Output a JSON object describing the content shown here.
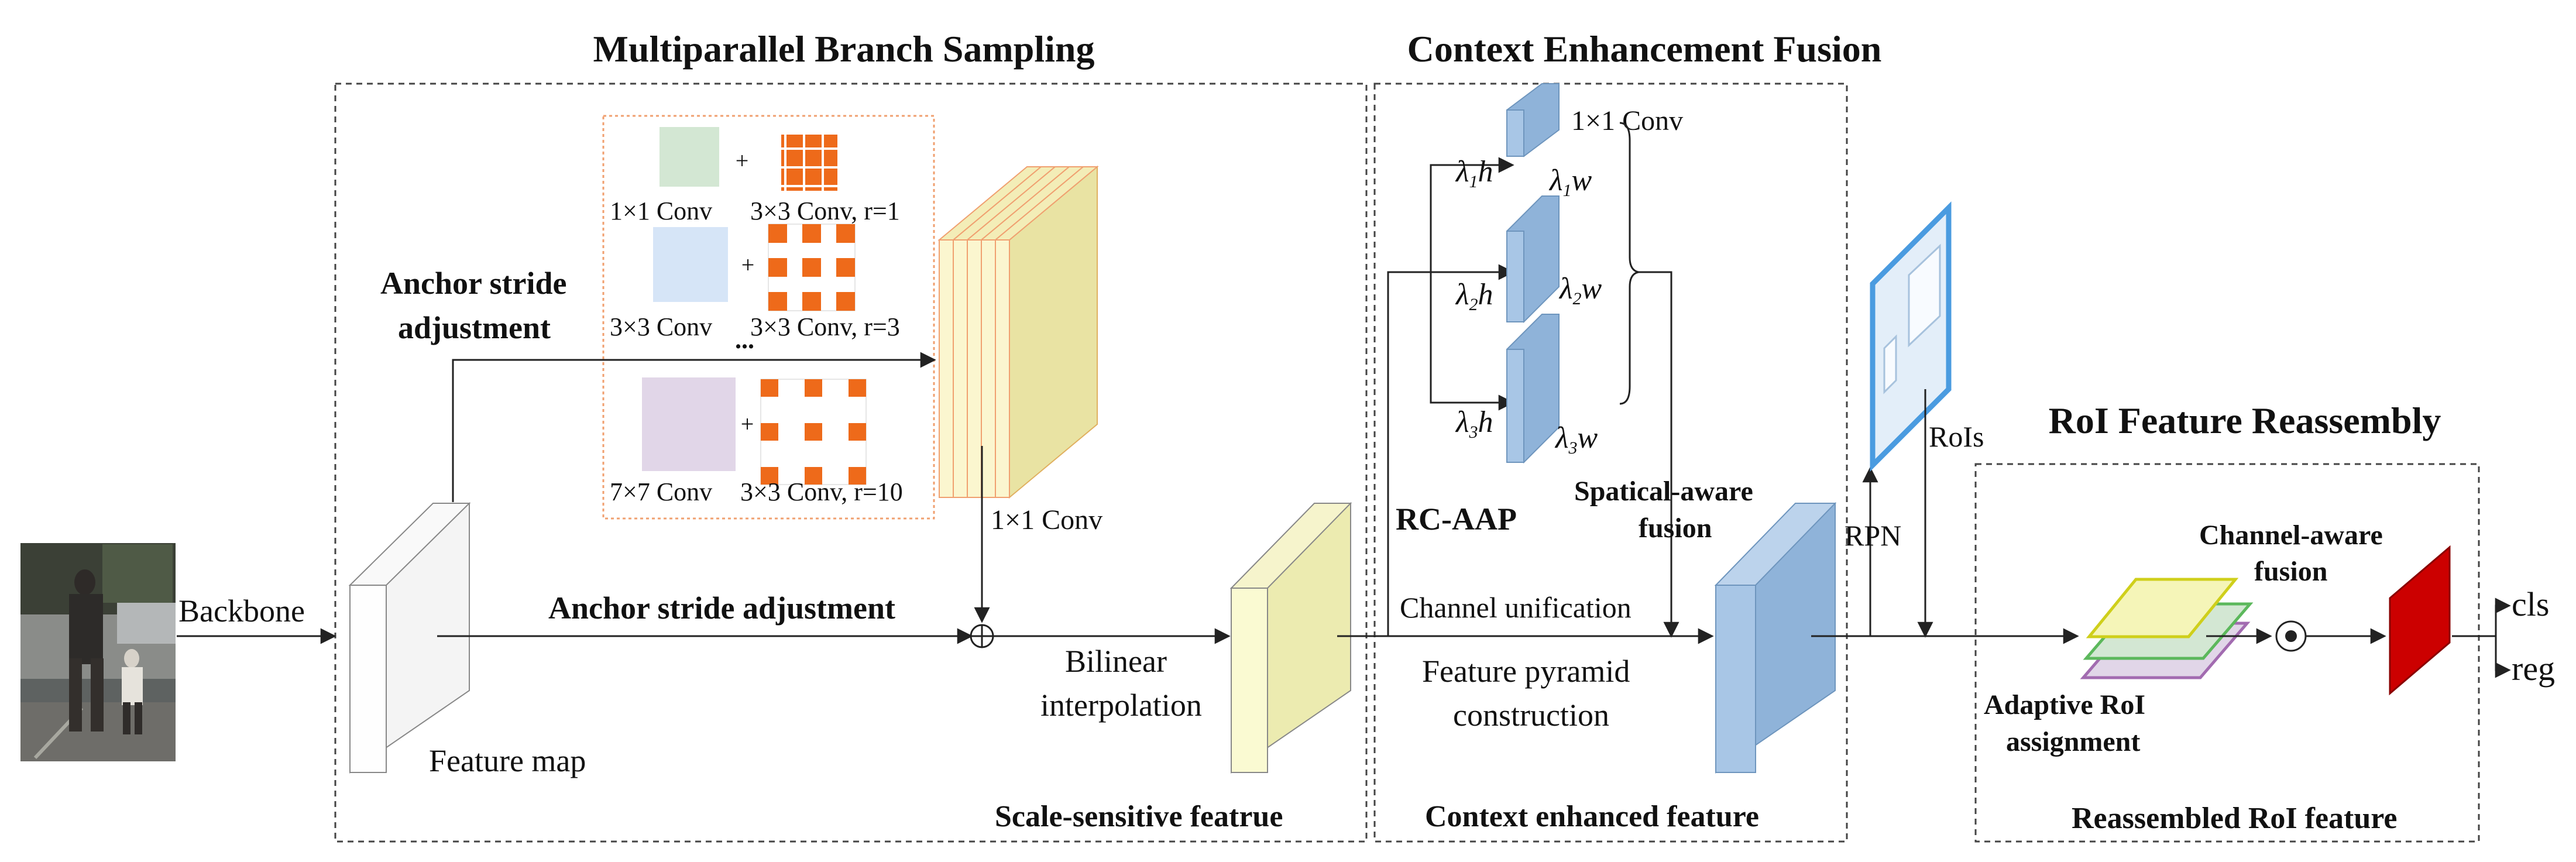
{
  "sections": {
    "multiparallel_title": "Multiparallel Branch Sampling",
    "context_title": "Context Enhancement Fusion",
    "roi_title": "RoI Feature Reassembly"
  },
  "labels": {
    "backbone": "Backbone",
    "feature_map": "Feature map",
    "anchor_stride_top_line1": "Anchor stride",
    "anchor_stride_top_line2": "adjustment",
    "anchor_stride_mid": "Anchor stride adjustment",
    "conv_1x1_vertical": "1×1 Conv",
    "bilinear_line1": "Bilinear",
    "bilinear_line2": "interpolation",
    "scale_sensitive": "Scale-sensitive featrue",
    "rc_aap": "RC-AAP",
    "channel_unification": "Channel unification",
    "feature_pyramid_line1": "Feature pyramid",
    "feature_pyramid_line2": "construction",
    "spatial_aware_line1": "Spatical-aware",
    "spatial_aware_line2": "fusion",
    "context_enhanced": "Context enhanced feature",
    "conv_1x1_top": "1×1 Conv",
    "rpn": "RPN",
    "rois": "RoIs",
    "channel_aware_line1": "Channel-aware",
    "channel_aware_line2": "fusion",
    "adaptive_line1": "Adaptive RoI",
    "adaptive_line2": "assignment",
    "reassembled": "Reassembled RoI feature",
    "cls": "cls",
    "reg": "reg"
  },
  "branches": [
    {
      "left": "1×1 Conv",
      "right": "3×3 Conv, r=1",
      "plus": "+"
    },
    {
      "left": "3×3 Conv",
      "right": "3×3 Conv, r=3",
      "plus": "+"
    },
    {
      "left": "7×7 Conv",
      "right": "3×3 Conv, r=10",
      "plus": "+"
    }
  ],
  "ellipsis": "...",
  "lambdas": [
    {
      "h_sym": "λ",
      "h_sub": "1",
      "h_var": "h",
      "w_sym": "λ",
      "w_sub": "1",
      "w_var": "w"
    },
    {
      "h_sym": "λ",
      "h_sub": "2",
      "h_var": "h",
      "w_sym": "λ",
      "w_sub": "2",
      "w_var": "w"
    },
    {
      "h_sym": "λ",
      "h_sub": "3",
      "h_var": "h",
      "w_sym": "λ",
      "w_sub": "3",
      "w_var": "w"
    }
  ],
  "operators": {
    "add": "⊕",
    "dot": "⊙"
  },
  "colors": {
    "orange": "#ee6a1a",
    "branch1": "#d3e7d3",
    "branch2": "#d6e5f7",
    "branch3": "#e1d6e8",
    "yellow_block": "#f7f1c0",
    "blue_block": "#a9c5e2",
    "red_block": "#cc0000",
    "rpn_blue": "#4a9be0"
  }
}
